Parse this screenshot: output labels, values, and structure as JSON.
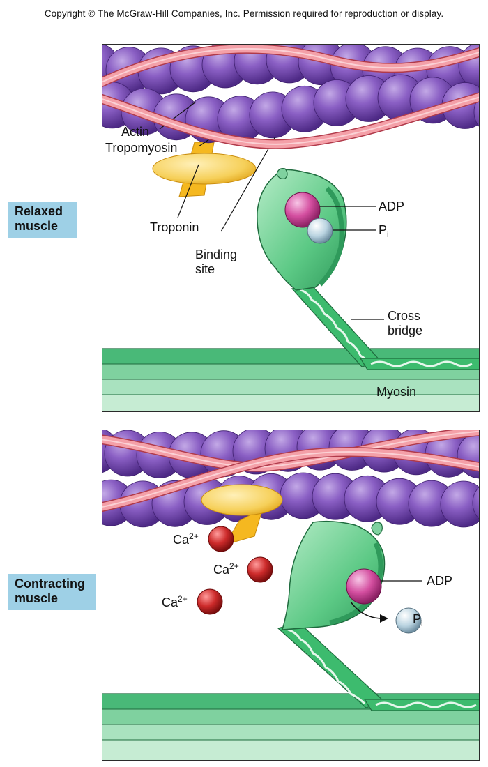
{
  "copyright": "Copyright © The McGraw-Hill Companies, Inc. Permission required for reproduction or display.",
  "states": {
    "relaxed": "Relaxed muscle",
    "contracting": "Contracting muscle"
  },
  "relaxed_labels": {
    "actin": "Actin",
    "tropomyosin": "Tropomyosin",
    "troponin": "Troponin",
    "binding_site_line1": "Binding",
    "binding_site_line2": "site",
    "adp": "ADP",
    "pi_base": "P",
    "pi_sub": "i",
    "cross_bridge_line1": "Cross",
    "cross_bridge_line2": "bridge",
    "myosin": "Myosin"
  },
  "contracting_labels": {
    "ca_base": "Ca",
    "ca_sup": "2+",
    "adp": "ADP",
    "pi_base": "P",
    "pi_sub": "i"
  },
  "colors": {
    "actin": "#7a4fb0",
    "tropomyosin": "#f4a0a8",
    "troponin": "#f5c842",
    "myosin": "#3dbb6e",
    "adp": "#d44fa0",
    "pi": "#b9d3e0",
    "calcium": "#cc2a2a",
    "label_box": "#9ed0e6"
  },
  "icons": [
    "actin-bead",
    "tropomyosin-strand",
    "troponin-complex",
    "myosin-head",
    "adp-molecule",
    "phosphate-molecule",
    "calcium-ion"
  ]
}
